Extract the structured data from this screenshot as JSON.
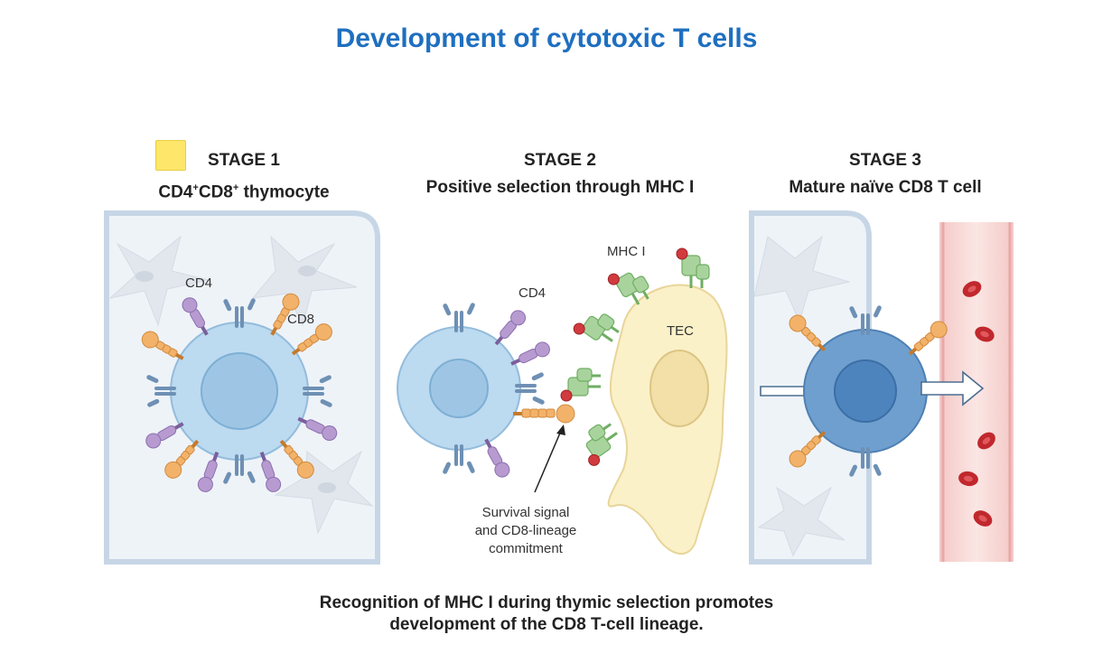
{
  "title": "Development of cytotoxic T cells",
  "stages": [
    {
      "heading": "STAGE 1",
      "cell_prefix": "CD4",
      "cell_mid": "CD8",
      "cell_suffix": " thymocyte",
      "superscript": "+"
    },
    {
      "heading": "STAGE 2",
      "subtitle": "Positive selection through MHC I"
    },
    {
      "heading": "STAGE 3",
      "subtitle": "Mature naïve CD8 T cell"
    }
  ],
  "labels": {
    "stage1_cd4": "CD4",
    "stage1_cd8": "CD8",
    "stage2_cd4": "CD4",
    "mhc": "MHC I",
    "tec": "TEC",
    "survival_line1": "Survival signal",
    "survival_line2": "and CD8-lineage",
    "survival_line3": "commitment"
  },
  "caption": {
    "line1": "Recognition of MHC I during thymic selection promotes",
    "line2": "development of the CD8 T-cell lineage."
  },
  "colors": {
    "title": "#1f6fc0",
    "legend_swatch": "#fde66a",
    "cell_light": "#b9d8ee",
    "cell_mature": "#6a9ccc",
    "cd4_purple": "#b79bd0",
    "cd8_orange": "#f3b26a",
    "tcr_blue": "#6e90b4",
    "mhc_green": "#a9d39d",
    "tec_yellow": "#fbf1c8",
    "vessel_pink": "#f7d6d4",
    "rbc_red": "#c0282d"
  }
}
